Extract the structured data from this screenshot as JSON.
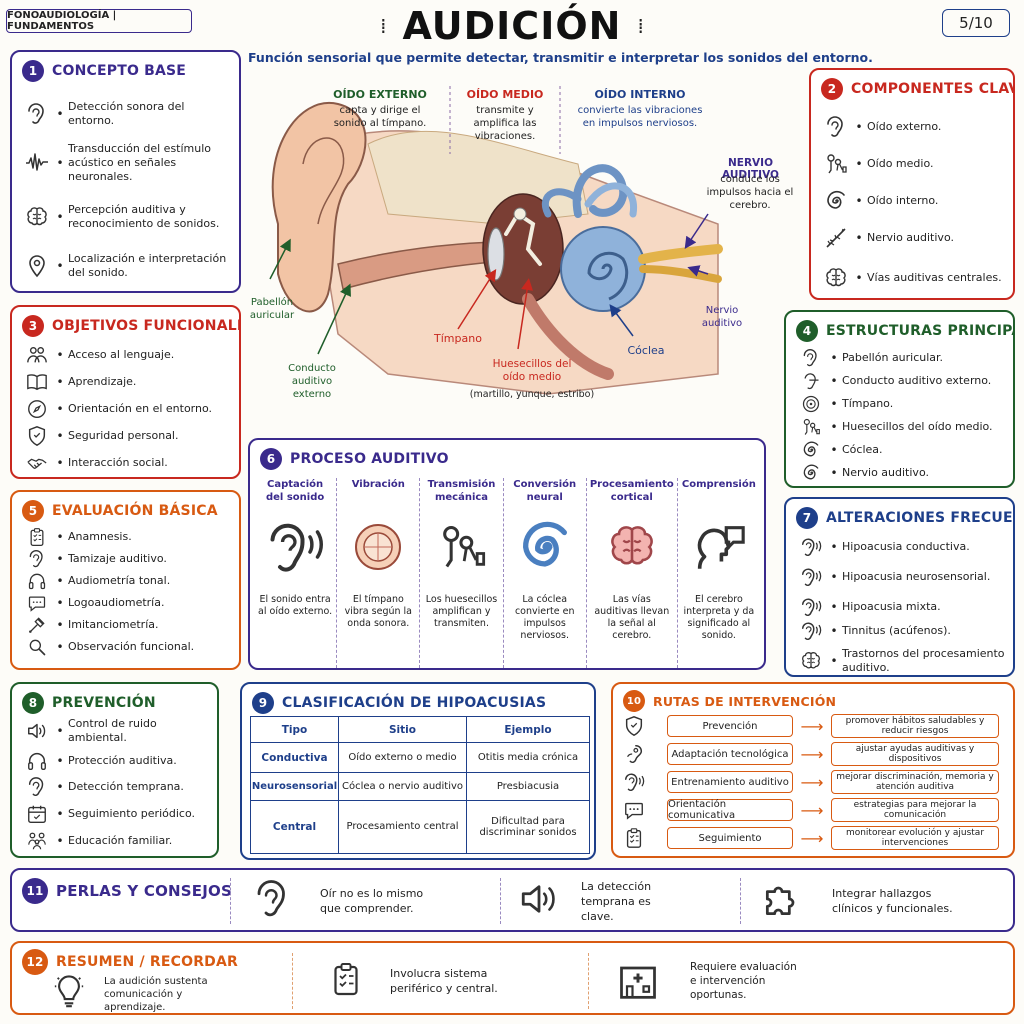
{
  "header": {
    "tag": "FONOAUDIOLOGÍA | FUNDAMENTOS",
    "title": "AUDICIÓN",
    "page": "5/10",
    "subtitle": "Función sensorial que permite detectar, transmitir e interpretar los sonidos del entorno."
  },
  "colors": {
    "purple": "#3a2a8c",
    "red": "#c8281f",
    "green": "#1f5e2a",
    "orange": "#d85a12",
    "blue": "#1e3f8a"
  },
  "concepto": {
    "num": "1",
    "title": "CONCEPTO BASE",
    "items": [
      {
        "icon": "ear-icon",
        "text": "Detección sonora del entorno."
      },
      {
        "icon": "waveform-icon",
        "text": "Transducción del estímulo acústico en señales neuronales."
      },
      {
        "icon": "brain-icon",
        "text": "Percepción auditiva y reconocimiento de sonidos."
      },
      {
        "icon": "location-pin-icon",
        "text": "Localización e interpretación del sonido."
      }
    ]
  },
  "componentes": {
    "num": "2",
    "title": "COMPONENTES CLAVE",
    "items": [
      {
        "icon": "ear-icon",
        "text": "Oído externo."
      },
      {
        "icon": "ossicles-icon",
        "text": "Oído medio."
      },
      {
        "icon": "cochlea-icon",
        "text": "Oído interno."
      },
      {
        "icon": "nerve-icon",
        "text": "Nervio auditivo."
      },
      {
        "icon": "brain-icon",
        "text": "Vías auditivas centrales."
      }
    ]
  },
  "objetivos": {
    "num": "3",
    "title": "OBJETIVOS FUNCIONALES",
    "items": [
      {
        "icon": "people-icon",
        "text": "Acceso al lenguaje."
      },
      {
        "icon": "book-icon",
        "text": "Aprendizaje."
      },
      {
        "icon": "compass-icon",
        "text": "Orientación en el entorno."
      },
      {
        "icon": "shield-icon",
        "text": "Seguridad personal."
      },
      {
        "icon": "handshake-icon",
        "text": "Interacción social."
      }
    ]
  },
  "estructuras": {
    "num": "4",
    "title": "ESTRUCTURAS PRINCIPALES",
    "items": [
      {
        "icon": "ear-icon",
        "text": "Pabellón auricular."
      },
      {
        "icon": "canal-icon",
        "text": "Conducto auditivo externo."
      },
      {
        "icon": "drum-icon",
        "text": "Tímpano."
      },
      {
        "icon": "ossicles-icon",
        "text": "Huesecillos del oído medio."
      },
      {
        "icon": "cochlea-icon",
        "text": "Cóclea."
      },
      {
        "icon": "cochlea-icon",
        "text": "Nervio auditivo."
      }
    ]
  },
  "evaluacion": {
    "num": "5",
    "title": "EVALUACIÓN BÁSICA",
    "items": [
      {
        "icon": "clipboard-icon",
        "text": "Anamnesis."
      },
      {
        "icon": "ear-icon",
        "text": "Tamizaje auditivo."
      },
      {
        "icon": "headphones-icon",
        "text": "Audiometría tonal."
      },
      {
        "icon": "speech-bubble-icon",
        "text": "Logoaudiometría."
      },
      {
        "icon": "probe-icon",
        "text": "Imitanciometría."
      },
      {
        "icon": "magnifier-icon",
        "text": "Observación funcional."
      }
    ]
  },
  "proceso": {
    "num": "6",
    "title": "PROCESO AUDITIVO",
    "steps": [
      {
        "title": "Captación del sonido",
        "icon": "ear-sound-icon",
        "text": "El sonido entra al oído externo."
      },
      {
        "title": "Vibración",
        "icon": "eardrum-icon",
        "text": "El tímpano vibra según la onda sonora."
      },
      {
        "title": "Transmisión mecánica",
        "icon": "ossicles-icon",
        "text": "Los huesecillos amplifican y transmiten."
      },
      {
        "title": "Conversión neural",
        "icon": "cochlea-icon",
        "text": "La cóclea convierte en impulsos nerviosos."
      },
      {
        "title": "Procesamiento cortical",
        "icon": "brain-icon",
        "text": "Las vías auditivas llevan la señal al cerebro."
      },
      {
        "title": "Comprensión",
        "icon": "head-speech-icon",
        "text": "El cerebro interpreta y da significado al sonido."
      }
    ]
  },
  "alteraciones": {
    "num": "7",
    "title": "ALTERACIONES FRECUENTES",
    "items": [
      {
        "icon": "ear-sound-icon",
        "text": "Hipoacusia conductiva."
      },
      {
        "icon": "ear-sound-icon",
        "text": "Hipoacusia neurosensorial."
      },
      {
        "icon": "ear-sound-icon",
        "text": "Hipoacusia mixta."
      },
      {
        "icon": "ear-sound-icon",
        "text": "Tinnitus (acúfenos)."
      },
      {
        "icon": "brain-icon",
        "text": "Trastornos del procesamiento auditivo."
      }
    ]
  },
  "prevencion": {
    "num": "8",
    "title": "PREVENCIÓN",
    "items": [
      {
        "icon": "speaker-icon",
        "text": "Control de ruido ambiental."
      },
      {
        "icon": "headphones-icon",
        "text": "Protección auditiva."
      },
      {
        "icon": "ear-icon",
        "text": "Detección temprana."
      },
      {
        "icon": "calendar-icon",
        "text": "Seguimiento periódico."
      },
      {
        "icon": "family-icon",
        "text": "Educación familiar."
      }
    ]
  },
  "clasificacion": {
    "num": "9",
    "title": "CLASIFICACIÓN DE HIPOACUSIAS",
    "headers": [
      "Tipo",
      "Sitio",
      "Ejemplo"
    ],
    "rows": [
      {
        "tipo": "Conductiva",
        "sitio": "Oído externo o medio",
        "ejemplo": "Otitis media crónica"
      },
      {
        "tipo": "Neurosensorial",
        "sitio": "Cóclea o nervio auditivo",
        "ejemplo": "Presbiacusia"
      },
      {
        "tipo": "Central",
        "sitio": "Procesamiento central",
        "ejemplo": "Dificultad para discriminar sonidos"
      }
    ]
  },
  "rutas": {
    "num": "10",
    "title": "RUTAS DE INTERVENCIÓN",
    "rows": [
      {
        "icon": "shield-icon",
        "route": "Prevención",
        "action": "promover hábitos saludables y reducir riesgos"
      },
      {
        "icon": "hearing-aid-icon",
        "route": "Adaptación tecnológica",
        "action": "ajustar ayudas auditivas y dispositivos"
      },
      {
        "icon": "ear-sound-icon",
        "route": "Entrenamiento auditivo",
        "action": "mejorar discriminación, memoria y atención auditiva"
      },
      {
        "icon": "speech-bubble-icon",
        "route": "Orientación comunicativa",
        "action": "estrategias para mejorar la comunicación"
      },
      {
        "icon": "clipboard-icon",
        "route": "Seguimiento",
        "action": "monitorear evolución y ajustar intervenciones"
      }
    ]
  },
  "perlas": {
    "num": "11",
    "title": "PERLAS Y CONSEJOS",
    "items": [
      {
        "icon": "ear-icon",
        "text": "Oír no es lo mismo que comprender."
      },
      {
        "icon": "speaker-icon",
        "text": "La detección temprana es clave."
      },
      {
        "icon": "puzzle-icon",
        "text": "Integrar hallazgos clínicos y funcionales."
      }
    ]
  },
  "resumen": {
    "num": "12",
    "title": "RESUMEN / RECORDAR",
    "items": [
      {
        "icon": "lightbulb-icon",
        "text": "La audición sustenta comunicación y aprendizaje."
      },
      {
        "icon": "clipboard-icon",
        "text": "Involucra sistema periférico y central."
      },
      {
        "icon": "hospital-icon",
        "text": "Requiere evaluación e intervención oportunas."
      }
    ]
  },
  "anatomy": {
    "externo_title": "OÍDO EXTERNO",
    "externo_text": "capta y dirige el sonido al tímpano.",
    "medio_title": "OÍDO MEDIO",
    "medio_text": "transmite y amplifica las vibraciones.",
    "interno_title": "OÍDO INTERNO",
    "interno_text": "convierte las vibraciones en impulsos nerviosos.",
    "nervio_title": "NERVIO AUDITIVO",
    "nervio_text": "conduce los impulsos hacia el cerebro.",
    "pabellon": "Pabellón auricular",
    "conducto": "Conducto auditivo externo",
    "timpano": "Tímpano",
    "huesecillos": "Huesecillos del oído medio",
    "huesecillos_sub": "(martillo, yunque, estribo)",
    "coclea": "Cóclea",
    "nervio": "Nervio auditivo"
  }
}
